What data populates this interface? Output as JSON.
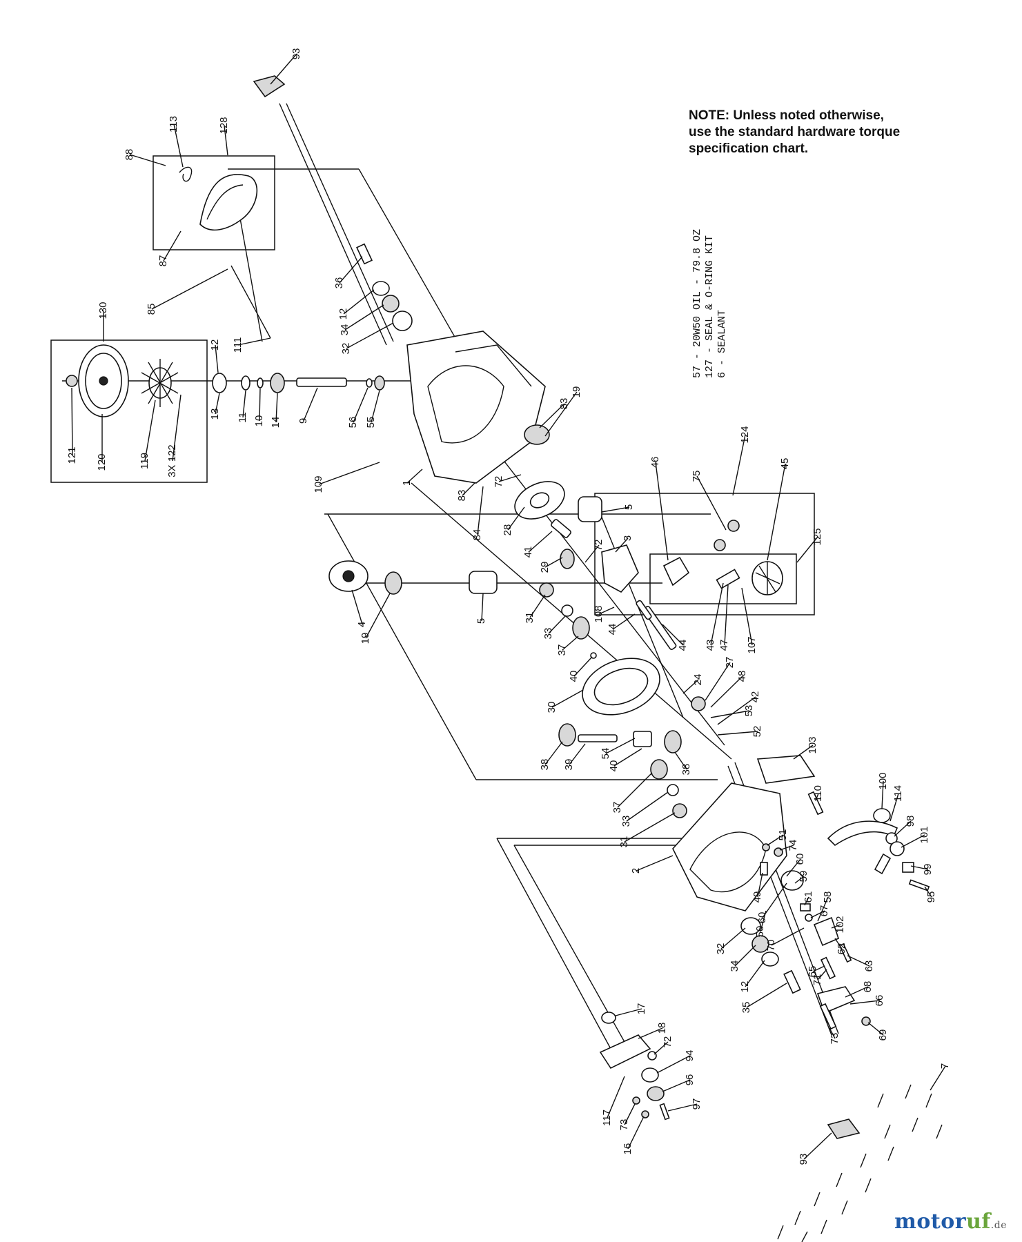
{
  "note": {
    "line1": "NOTE: Unless noted otherwise,",
    "line2": "use the standard hardware torque",
    "line3": "specification chart."
  },
  "legend": {
    "line1": "57 -  20W50 OIL - 79.8 OZ",
    "line2": "127 - SEAL & O-RING KIT",
    "line3": "6 -  SEALANT"
  },
  "watermark": {
    "brand_a": "motor",
    "brand_b": "uf",
    "tld": ".de"
  },
  "callouts": [
    {
      "id": "93a",
      "text": "93"
    },
    {
      "id": "128",
      "text": "128"
    },
    {
      "id": "113",
      "text": "113"
    },
    {
      "id": "88",
      "text": "88"
    },
    {
      "id": "87",
      "text": "87"
    },
    {
      "id": "85",
      "text": "85"
    },
    {
      "id": "36",
      "text": "36"
    },
    {
      "id": "12a",
      "text": "12"
    },
    {
      "id": "34a",
      "text": "34"
    },
    {
      "id": "32a",
      "text": "32"
    },
    {
      "id": "111",
      "text": "111"
    },
    {
      "id": "130",
      "text": "130"
    },
    {
      "id": "121",
      "text": "121"
    },
    {
      "id": "120",
      "text": "120"
    },
    {
      "id": "119",
      "text": "119"
    },
    {
      "id": "122",
      "text": "3X 122"
    },
    {
      "id": "12b",
      "text": "12"
    },
    {
      "id": "13",
      "text": "13"
    },
    {
      "id": "11",
      "text": "11"
    },
    {
      "id": "10",
      "text": "10"
    },
    {
      "id": "14",
      "text": "14"
    },
    {
      "id": "9",
      "text": "9"
    },
    {
      "id": "56",
      "text": "56"
    },
    {
      "id": "55",
      "text": "55"
    },
    {
      "id": "83a",
      "text": "83"
    },
    {
      "id": "19a",
      "text": "19"
    },
    {
      "id": "1",
      "text": "1"
    },
    {
      "id": "109",
      "text": "109"
    },
    {
      "id": "83b",
      "text": "83"
    },
    {
      "id": "84",
      "text": "84"
    },
    {
      "id": "72a",
      "text": "72"
    },
    {
      "id": "28",
      "text": "28"
    },
    {
      "id": "5a",
      "text": "5"
    },
    {
      "id": "41",
      "text": "41"
    },
    {
      "id": "29",
      "text": "29"
    },
    {
      "id": "72b",
      "text": "72"
    },
    {
      "id": "3",
      "text": "3"
    },
    {
      "id": "46",
      "text": "46"
    },
    {
      "id": "124",
      "text": "124"
    },
    {
      "id": "75",
      "text": "75"
    },
    {
      "id": "45",
      "text": "45"
    },
    {
      "id": "125",
      "text": "125"
    },
    {
      "id": "4",
      "text": "4"
    },
    {
      "id": "19b",
      "text": "19"
    },
    {
      "id": "5b",
      "text": "5"
    },
    {
      "id": "31a",
      "text": "31"
    },
    {
      "id": "33a",
      "text": "33"
    },
    {
      "id": "37a",
      "text": "37"
    },
    {
      "id": "108",
      "text": "108"
    },
    {
      "id": "44a",
      "text": "44"
    },
    {
      "id": "44b",
      "text": "44"
    },
    {
      "id": "43",
      "text": "43"
    },
    {
      "id": "47",
      "text": "47"
    },
    {
      "id": "107",
      "text": "107"
    },
    {
      "id": "40a",
      "text": "40"
    },
    {
      "id": "30",
      "text": "30"
    },
    {
      "id": "24",
      "text": "24"
    },
    {
      "id": "27",
      "text": "27"
    },
    {
      "id": "48",
      "text": "48"
    },
    {
      "id": "53",
      "text": "53"
    },
    {
      "id": "42",
      "text": "42"
    },
    {
      "id": "52",
      "text": "52"
    },
    {
      "id": "38a",
      "text": "38"
    },
    {
      "id": "39",
      "text": "39"
    },
    {
      "id": "54",
      "text": "54"
    },
    {
      "id": "40b",
      "text": "40"
    },
    {
      "id": "38b",
      "text": "38"
    },
    {
      "id": "103",
      "text": "103"
    },
    {
      "id": "110",
      "text": "110"
    },
    {
      "id": "100",
      "text": "100"
    },
    {
      "id": "114",
      "text": "114"
    },
    {
      "id": "98",
      "text": "98"
    },
    {
      "id": "101",
      "text": "101"
    },
    {
      "id": "99",
      "text": "99"
    },
    {
      "id": "95",
      "text": "95"
    },
    {
      "id": "37b",
      "text": "37"
    },
    {
      "id": "33b",
      "text": "33"
    },
    {
      "id": "31b",
      "text": "31"
    },
    {
      "id": "2",
      "text": "2"
    },
    {
      "id": "51",
      "text": "51"
    },
    {
      "id": "74",
      "text": "74"
    },
    {
      "id": "60a",
      "text": "60"
    },
    {
      "id": "60b",
      "text": "60"
    },
    {
      "id": "59",
      "text": "59"
    },
    {
      "id": "61",
      "text": "61"
    },
    {
      "id": "49",
      "text": "49"
    },
    {
      "id": "50",
      "text": "50"
    },
    {
      "id": "67",
      "text": "67"
    },
    {
      "id": "58",
      "text": "58"
    },
    {
      "id": "70",
      "text": "70"
    },
    {
      "id": "102",
      "text": "102"
    },
    {
      "id": "62",
      "text": "62"
    },
    {
      "id": "32b",
      "text": "32"
    },
    {
      "id": "34b",
      "text": "34"
    },
    {
      "id": "12c",
      "text": "12"
    },
    {
      "id": "65",
      "text": "65"
    },
    {
      "id": "71",
      "text": "71"
    },
    {
      "id": "63",
      "text": "63"
    },
    {
      "id": "35",
      "text": "35"
    },
    {
      "id": "68",
      "text": "68"
    },
    {
      "id": "66",
      "text": "66"
    },
    {
      "id": "69",
      "text": "69"
    },
    {
      "id": "73a",
      "text": "73"
    },
    {
      "id": "17",
      "text": "17"
    },
    {
      "id": "18",
      "text": "18"
    },
    {
      "id": "72c",
      "text": "72"
    },
    {
      "id": "94",
      "text": "94"
    },
    {
      "id": "96",
      "text": "96"
    },
    {
      "id": "97",
      "text": "97"
    },
    {
      "id": "117",
      "text": "117"
    },
    {
      "id": "73b",
      "text": "73"
    },
    {
      "id": "16",
      "text": "16"
    },
    {
      "id": "93b",
      "text": "93"
    },
    {
      "id": "7",
      "text": "7"
    }
  ]
}
